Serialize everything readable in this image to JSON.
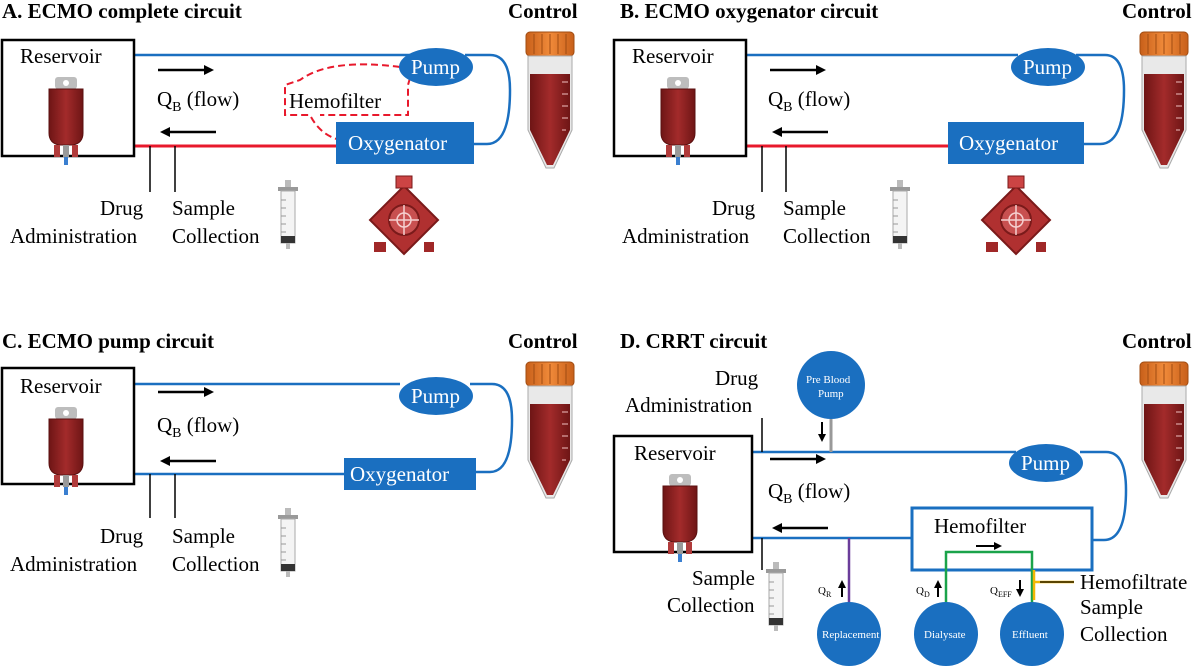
{
  "panels": {
    "a": {
      "title": "A. ECMO complete circuit",
      "control": "Control",
      "reservoir": "Reservoir",
      "pump": "Pump",
      "oxygenator": "Oxygenator",
      "hemofilter": "Hemofilter",
      "flow_q": "Q",
      "flow_sub": "B",
      "flow_rest": " (flow)",
      "drug_line1": "Drug",
      "drug_line2": "Administration",
      "sample_line1": "Sample",
      "sample_line2": "Collection"
    },
    "b": {
      "title": "B. ECMO oxygenator circuit",
      "control": "Control",
      "reservoir": "Reservoir",
      "pump": "Pump",
      "oxygenator": "Oxygenator",
      "flow_q": "Q",
      "flow_sub": "B",
      "flow_rest": " (flow)",
      "drug_line1": "Drug",
      "drug_line2": "Administration",
      "sample_line1": "Sample",
      "sample_line2": "Collection"
    },
    "c": {
      "title": "C. ECMO pump circuit",
      "control": "Control",
      "reservoir": "Reservoir",
      "pump": "Pump",
      "oxygenator": "Oxygenator",
      "flow_q": "Q",
      "flow_sub": "B",
      "flow_rest": " (flow)",
      "drug_line1": "Drug",
      "drug_line2": "Administration",
      "sample_line1": "Sample",
      "sample_line2": "Collection"
    },
    "d": {
      "title": "D. CRRT circuit",
      "control": "Control",
      "reservoir": "Reservoir",
      "pump": "Pump",
      "hemofilter": "Hemofilter",
      "flow_q": "Q",
      "flow_sub": "B",
      "flow_rest": " (flow)",
      "drug_line1": "Drug",
      "drug_line2": "Administration",
      "sample_line1": "Sample",
      "sample_line2": "Collection",
      "pre_pump_line1": "Pre Blood",
      "pre_pump_line2": "Pump",
      "replacement": "Replacement",
      "dialysate": "Dialysate",
      "effluent": "Effluent",
      "qr": "Q",
      "qr_sub": "R",
      "qd": "Q",
      "qd_sub": "D",
      "qeff": "Q",
      "qeff_sub": "EFF",
      "hemo_sample_line1": "Hemofiltrate",
      "hemo_sample_line2": "Sample",
      "hemo_sample_line3": "Collection"
    }
  },
  "colors": {
    "blue": "#1a6fc0",
    "red": "#e8192c",
    "purple": "#6a3d9a",
    "green": "#1aa34a",
    "yellow": "#f2b705",
    "blood": "#8e2424",
    "cap": "#e0782a"
  }
}
